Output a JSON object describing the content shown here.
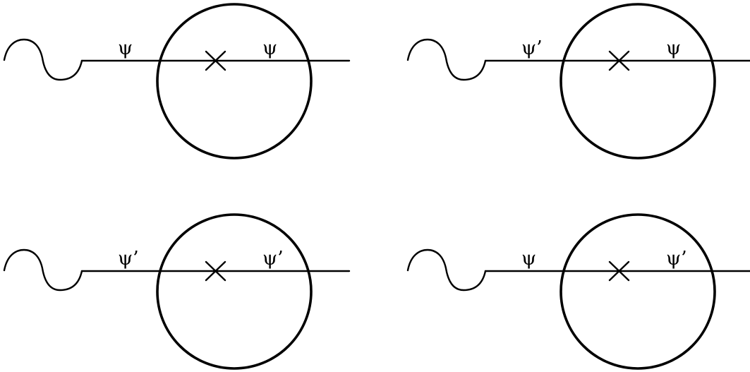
{
  "colors": {
    "stroke": "#000000",
    "background": "#ffffff"
  },
  "diagrams": [
    {
      "id": "top-left",
      "left_label": "ψ",
      "right_label": "ψ"
    },
    {
      "id": "top-right",
      "left_label": "ψ’",
      "right_label": "ψ"
    },
    {
      "id": "bottom-left",
      "left_label": "ψ’",
      "right_label": "ψ’"
    },
    {
      "id": "bottom-right",
      "left_label": "ψ",
      "right_label": "ψ’"
    }
  ]
}
